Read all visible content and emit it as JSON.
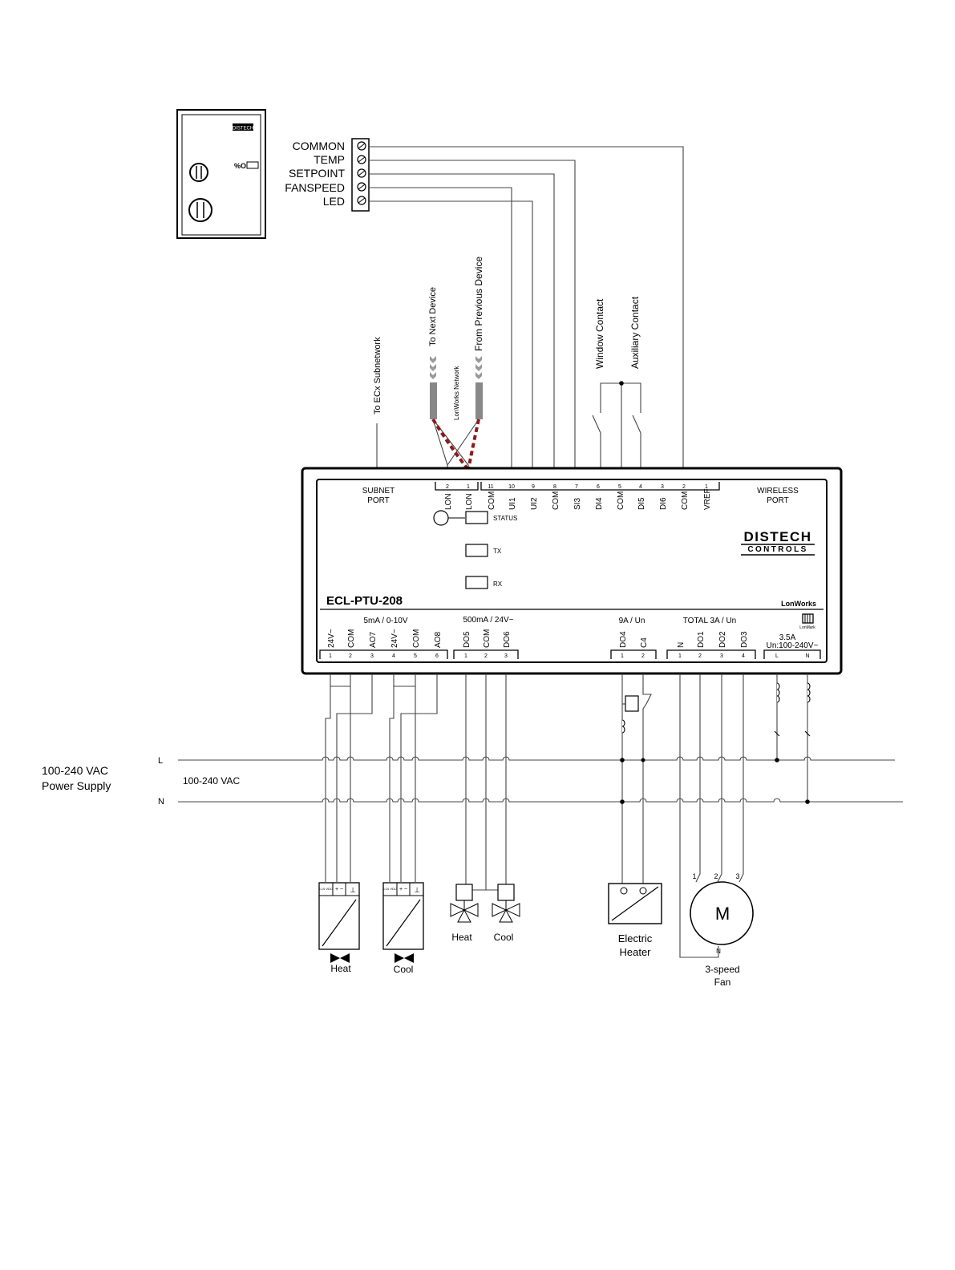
{
  "thermostat": {
    "brand_badge": "DISTECH",
    "dial_label": "%O",
    "terminals": [
      "COMMON",
      "TEMP",
      "SETPOINT",
      "FANSPEED",
      "LED"
    ]
  },
  "top_labels": {
    "ecx": "To ECx Subnetwork",
    "next": "To Next Device",
    "lonworks": "LonWorks Network",
    "previous": "From Previous Device",
    "window": "Window Contact",
    "auxiliary": "Auxiliary Contact"
  },
  "controller": {
    "model": "ECL-PTU-208",
    "subnet_port": [
      "SUBNET",
      "PORT"
    ],
    "wireless_port": [
      "WIRELESS",
      "PORT"
    ],
    "brand": [
      "DISTECH",
      "CONTROLS"
    ],
    "lonworks_logo": "LonWorks",
    "lonmark": "LonMark",
    "leds": [
      "STATUS",
      "TX",
      "RX"
    ],
    "top_terminals": [
      {
        "num": "2",
        "label": "LON"
      },
      {
        "num": "1",
        "label": "LON"
      },
      {
        "num": "11",
        "label": "COM"
      },
      {
        "num": "10",
        "label": "UI1"
      },
      {
        "num": "9",
        "label": "UI2"
      },
      {
        "num": "8",
        "label": "COM"
      },
      {
        "num": "7",
        "label": "SI3"
      },
      {
        "num": "6",
        "label": "DI4"
      },
      {
        "num": "5",
        "label": "COM"
      },
      {
        "num": "4",
        "label": "DI5"
      },
      {
        "num": "3",
        "label": "DI6"
      },
      {
        "num": "2",
        "label": "COM"
      },
      {
        "num": "1",
        "label": "VREF"
      }
    ],
    "groups": {
      "ao": "5mA / 0-10V",
      "do_low": "500mA / 24V~",
      "do4": "9A / Un",
      "fan": "TOTAL 3A / Un",
      "power": [
        "3.5A",
        "Un:100-240V~"
      ]
    },
    "bottom_terminals": [
      {
        "num": "1",
        "label": "24V~"
      },
      {
        "num": "2",
        "label": "COM"
      },
      {
        "num": "3",
        "label": "AO7"
      },
      {
        "num": "4",
        "label": "24V~"
      },
      {
        "num": "5",
        "label": "COM"
      },
      {
        "num": "6",
        "label": "AO8"
      },
      {
        "num": "1",
        "label": "DO5"
      },
      {
        "num": "2",
        "label": "COM"
      },
      {
        "num": "3",
        "label": "DO6"
      },
      {
        "num": "1",
        "label": "DO4"
      },
      {
        "num": "2",
        "label": "C4"
      },
      {
        "num": "1",
        "label": "N"
      },
      {
        "num": "2",
        "label": "DO1"
      },
      {
        "num": "3",
        "label": "DO2"
      },
      {
        "num": "4",
        "label": "DO3"
      },
      {
        "num": "L",
        "label": ""
      },
      {
        "num": "N",
        "label": ""
      }
    ]
  },
  "power": {
    "supply_label": [
      "100-240 VAC",
      "Power Supply"
    ],
    "line_label": "100-240 VAC",
    "L": "L",
    "N": "N"
  },
  "loads": {
    "actuator_terms": [
      "0-10 VDC",
      "+ ~",
      "⊥"
    ],
    "heat_actuator": "Heat",
    "cool_actuator": "Cool",
    "heat_valve": "Heat",
    "cool_valve": "Cool",
    "heater": [
      "Electric",
      "Heater"
    ],
    "motor": "M",
    "motor_terms": [
      "1",
      "2",
      "3",
      "N"
    ],
    "fan": [
      "3-speed",
      "Fan"
    ]
  }
}
